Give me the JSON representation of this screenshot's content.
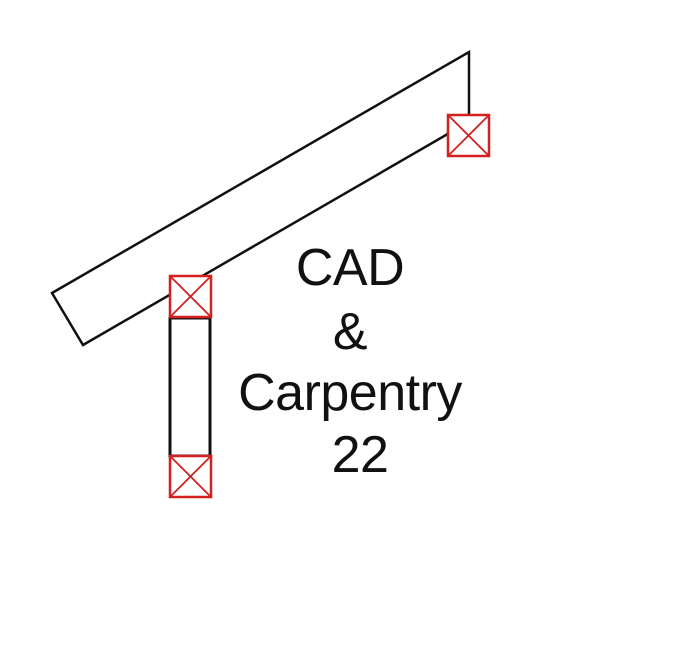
{
  "logo": {
    "lines": [
      "CAD",
      "&",
      "Carpentry",
      "22"
    ],
    "colors": {
      "outline": "#111111",
      "connector": "#d42020",
      "background": "#ffffff"
    }
  }
}
